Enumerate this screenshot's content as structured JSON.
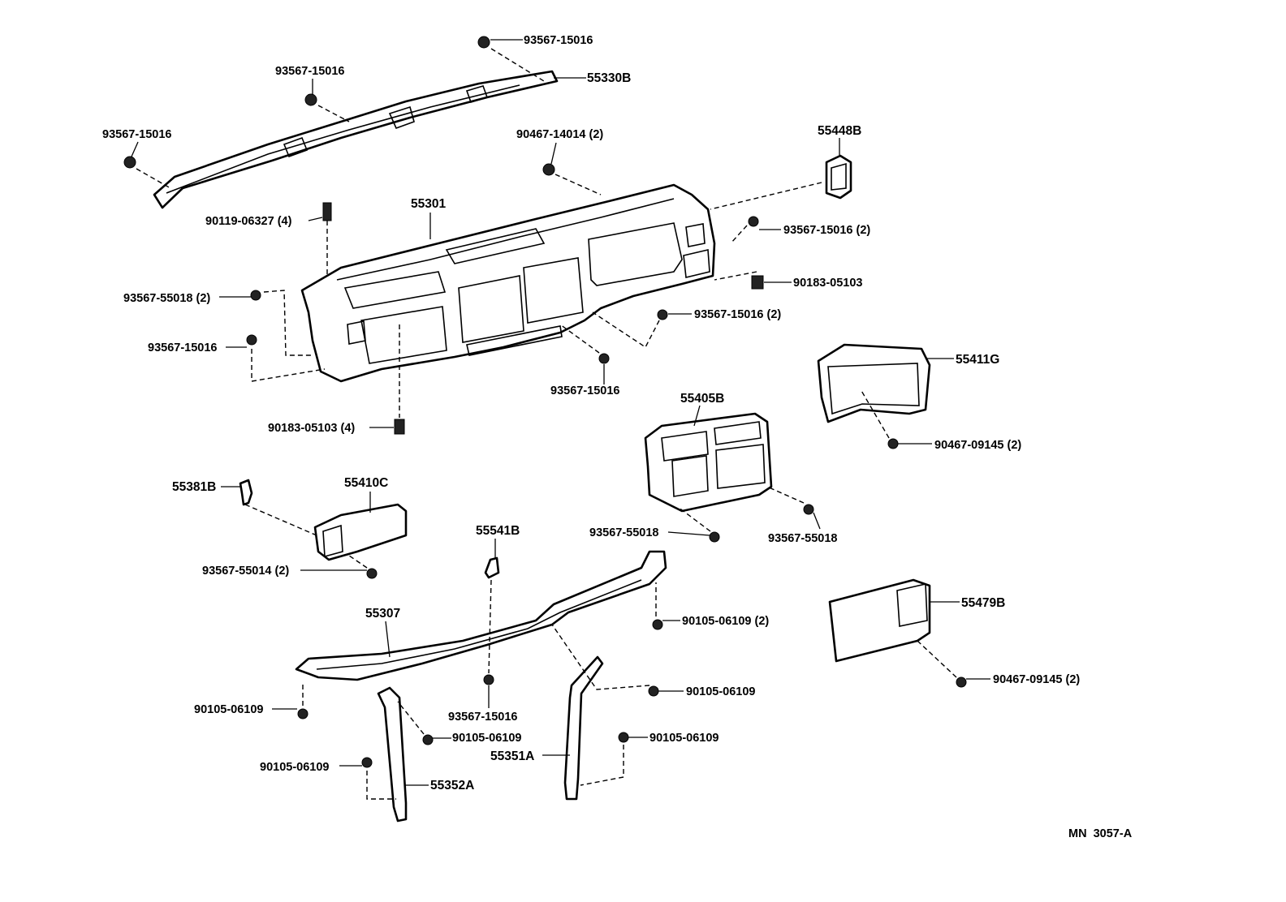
{
  "diagram": {
    "drawing_code": "MN  3057-A",
    "callouts": [
      {
        "id": "c1",
        "label": "93567-15016"
      },
      {
        "id": "c2",
        "label": "55330B"
      },
      {
        "id": "c3",
        "label": "93567-15016"
      },
      {
        "id": "c4",
        "label": "93567-15016"
      },
      {
        "id": "c5",
        "label": "90467-14014 (2)"
      },
      {
        "id": "c6",
        "label": "55448B"
      },
      {
        "id": "c7",
        "label": "55301"
      },
      {
        "id": "c8",
        "label": "90119-06327 (4)"
      },
      {
        "id": "c9",
        "label": "93567-15016 (2)"
      },
      {
        "id": "c10",
        "label": "90183-05103"
      },
      {
        "id": "c11",
        "label": "93567-55018 (2)"
      },
      {
        "id": "c12",
        "label": "93567-15016 (2)"
      },
      {
        "id": "c13",
        "label": "93567-15016"
      },
      {
        "id": "c14",
        "label": "55411G"
      },
      {
        "id": "c15",
        "label": "93567-15016"
      },
      {
        "id": "c16",
        "label": "55405B"
      },
      {
        "id": "c17",
        "label": "90183-05103 (4)"
      },
      {
        "id": "c18",
        "label": "90467-09145 (2)"
      },
      {
        "id": "c19",
        "label": "55381B"
      },
      {
        "id": "c20",
        "label": "55410C"
      },
      {
        "id": "c21",
        "label": "55541B"
      },
      {
        "id": "c22",
        "label": "93567-55018"
      },
      {
        "id": "c23",
        "label": "93567-55018"
      },
      {
        "id": "c24",
        "label": "93567-55014 (2)"
      },
      {
        "id": "c25",
        "label": "55307"
      },
      {
        "id": "c26",
        "label": "90105-06109 (2)"
      },
      {
        "id": "c27",
        "label": "55479B"
      },
      {
        "id": "c28",
        "label": "90105-06109"
      },
      {
        "id": "c29",
        "label": "90467-09145 (2)"
      },
      {
        "id": "c30",
        "label": "90105-06109"
      },
      {
        "id": "c31",
        "label": "93567-15016"
      },
      {
        "id": "c32",
        "label": "90105-06109"
      },
      {
        "id": "c33",
        "label": "90105-06109"
      },
      {
        "id": "c34",
        "label": "55351A"
      },
      {
        "id": "c35",
        "label": "90105-06109"
      },
      {
        "id": "c36",
        "label": "55352A"
      }
    ]
  }
}
